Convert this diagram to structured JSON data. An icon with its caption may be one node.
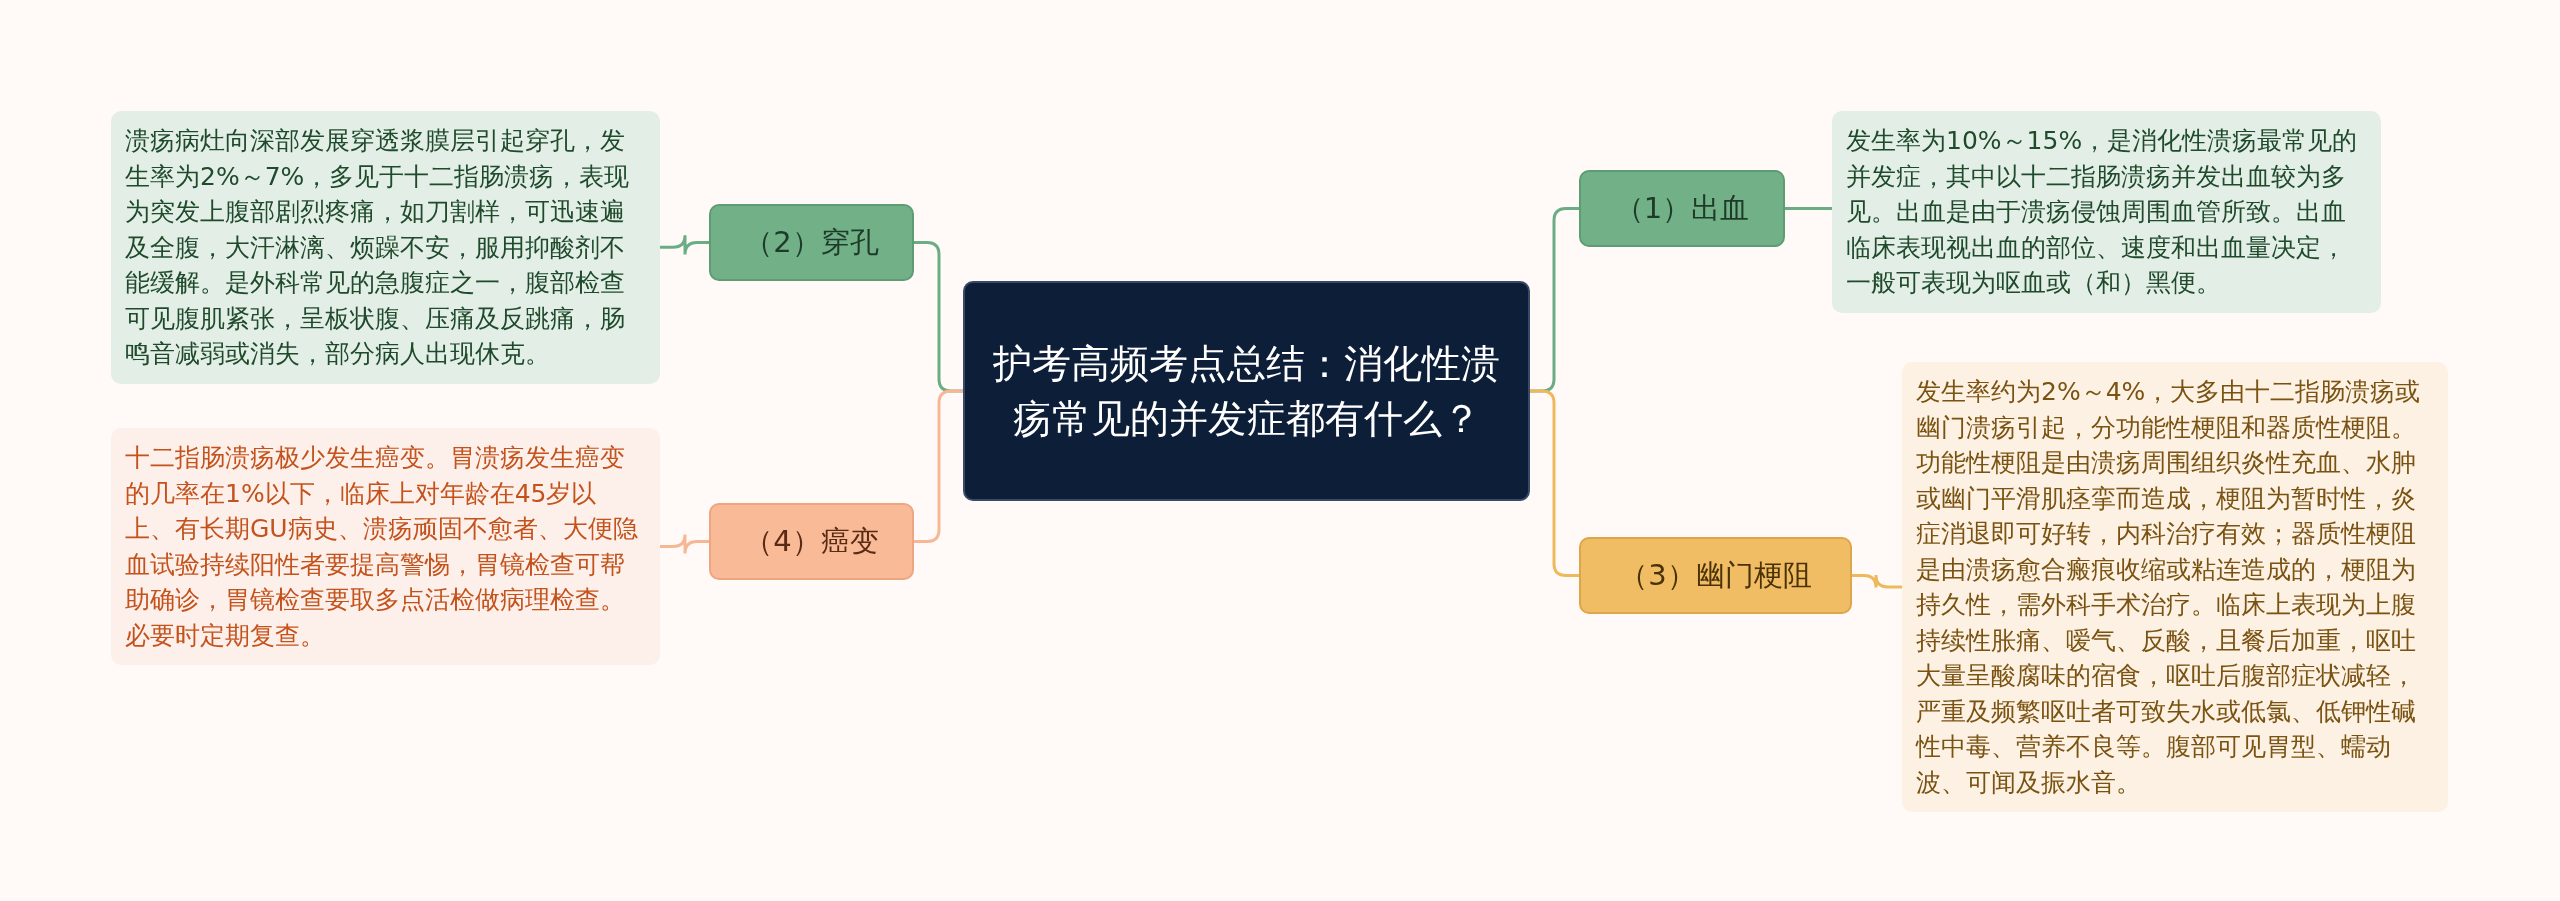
{
  "diagram": {
    "nodes": [
      {
        "text": [
          "护考高频考点总结：消化性溃疡常见的并发症都有什么？"
        ]
      },
      {
        "text": [
          "（1）出血"
        ]
      },
      {
        "text": [
          "发生率为10%～15%，是消化性溃疡最常见的并发症，其中以十二指肠溃疡并发出血较为多见。出血是由于溃疡侵蚀周围血管所致。出血临床表现视出血的部位、速度和出血量决定，一般可表现为呕血或（和）黑便。"
        ]
      },
      {
        "text": [
          "（3）幽门梗阻"
        ]
      },
      {
        "text": [
          "发生率约为2%～4%，大多由十二指肠溃疡或幽门溃疡引起，分功能性梗阻和器质性梗阻。功能性梗阻是由溃疡周围组织炎性充血、水肿或幽门平滑肌痉挛而造成，梗阻为暂时性，炎症消退即可好转，内科治疗有效；器质性梗阻是由溃疡愈合瘢痕收缩或粘连造成的，梗阻为持久性，需外科手术治疗。临床上表现为上腹持续性胀痛、嗳气、反酸，且餐后加重，呕吐大量呈酸腐味的宿食，呕吐后腹部症状减轻，严重及频繁呕吐者可致失水或低氯、低钾性碱性中毒、营养不良等。腹部可见胃型、蠕动波、可闻及振水音。"
        ]
      },
      {
        "text": [
          "（2）穿孔"
        ]
      },
      {
        "text": [
          "溃疡病灶向深部发展穿透浆膜层引起穿孔，发生率为2%～7%，多见于十二指肠溃疡，表现为突发上腹部剧烈疼痛，如刀割样，可迅速遍及全腹，大汗淋漓、烦躁不安，服用抑酸剂不能缓解。是外科常见的急腹症之一，腹部检查可见腹肌紧张，呈板状腹、压痛及反跳痛，肠鸣音减弱或消失，部分病人出现休克。"
        ]
      },
      {
        "text": [
          "（4）癌变"
        ]
      },
      {
        "text": [
          "十二指肠溃疡极少发生癌变。胃溃疡发生癌变的几率在1%以下，临床上对年龄在45岁以上、有长期GU病史、溃疡顽固不愈者、大便隐血试验持续阳性者要提高警惕，胃镜检查可帮助确诊，胃镜检查要取多点活检做病理检查。必要时定期复查。"
        ]
      }
    ],
    "edges": [
      {
        "from": 0,
        "to": 1,
        "arrow": "none",
        "color": "#6aad84"
      },
      {
        "from": 1,
        "to": 2,
        "arrow": "none",
        "color": "#6aad84"
      },
      {
        "from": 0,
        "to": 3,
        "arrow": "none",
        "color": "#eeb95c"
      },
      {
        "from": 3,
        "to": 4,
        "arrow": "none",
        "color": "#eeb95c"
      },
      {
        "from": 0,
        "to": 5,
        "arrow": "none",
        "color": "#6aad84"
      },
      {
        "from": 5,
        "to": 6,
        "arrow": "none",
        "color": "#6aad84"
      },
      {
        "from": 0,
        "to": 7,
        "arrow": "none",
        "color": "#f7b795"
      },
      {
        "from": 7,
        "to": 8,
        "arrow": "none",
        "color": "#f7b795"
      }
    ]
  }
}
